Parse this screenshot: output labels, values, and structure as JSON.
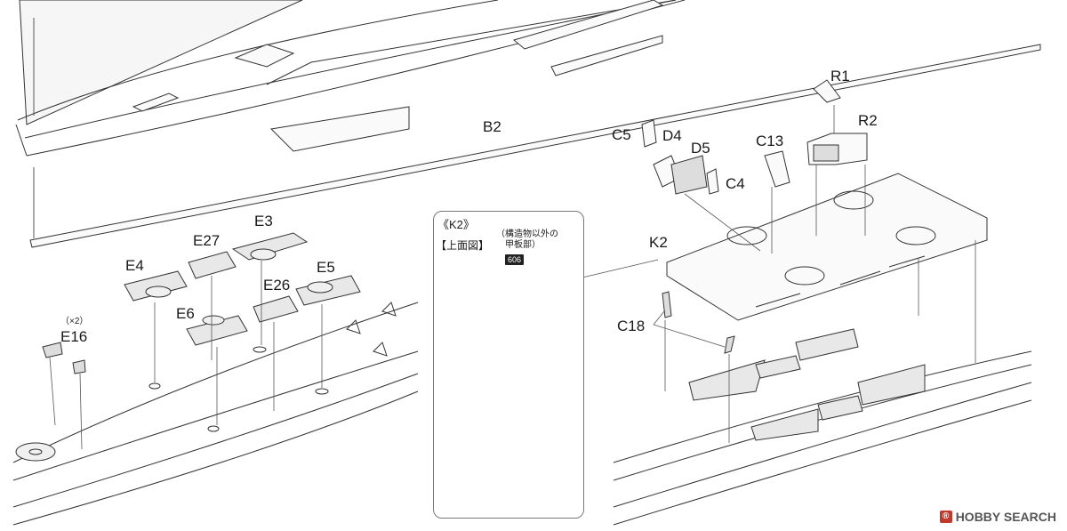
{
  "labels": {
    "b2": "B2",
    "r1": "R1",
    "r2": "R2",
    "c5": "C5",
    "d4": "D4",
    "d5": "D5",
    "c13": "C13",
    "c4": "C4",
    "k2": "K2",
    "c18": "C18",
    "e3": "E3",
    "e27": "E27",
    "e4": "E4",
    "e26": "E26",
    "e5": "E5",
    "e6": "E6",
    "e16": "E16",
    "x2": "（×2）"
  },
  "inset": {
    "title": "《K2》",
    "subtitle": "【上面図】",
    "note_line1": "（構造物以外の",
    "note_line2": "甲板部）",
    "paint_code": "606"
  },
  "watermark": {
    "text": "HOBBY SEARCH"
  }
}
